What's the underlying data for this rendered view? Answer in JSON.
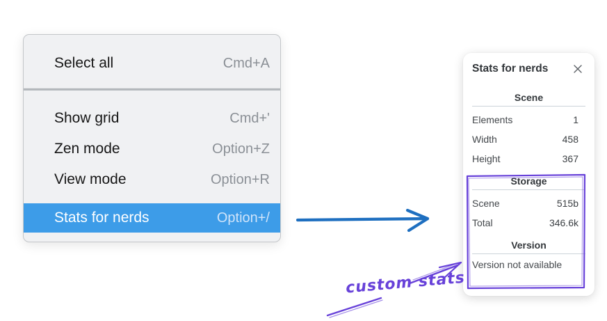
{
  "colors": {
    "menu-highlight": "#3d9ce8",
    "arrow-blue": "#1e6fc0",
    "violet": "#6741d9"
  },
  "context_menu": {
    "items": [
      {
        "label": "Select all",
        "shortcut": "Cmd+A"
      },
      {
        "label": "Show grid",
        "shortcut": "Cmd+'"
      },
      {
        "label": "Zen mode",
        "shortcut": "Option+Z"
      },
      {
        "label": "View mode",
        "shortcut": "Option+R"
      },
      {
        "label": "Stats for nerds",
        "shortcut": "Option+/"
      }
    ]
  },
  "stats_panel": {
    "title": "Stats for nerds",
    "sections": [
      {
        "heading": "Scene",
        "rows": [
          {
            "label": "Elements",
            "value": "1"
          },
          {
            "label": "Width",
            "value": "458"
          },
          {
            "label": "Height",
            "value": "367"
          }
        ]
      },
      {
        "heading": "Storage",
        "rows": [
          {
            "label": "Scene",
            "value": "515b"
          },
          {
            "label": "Total",
            "value": "346.6k"
          }
        ]
      },
      {
        "heading": "Version",
        "note": "Version not available"
      }
    ]
  },
  "annotation": {
    "label": "custom stats"
  }
}
